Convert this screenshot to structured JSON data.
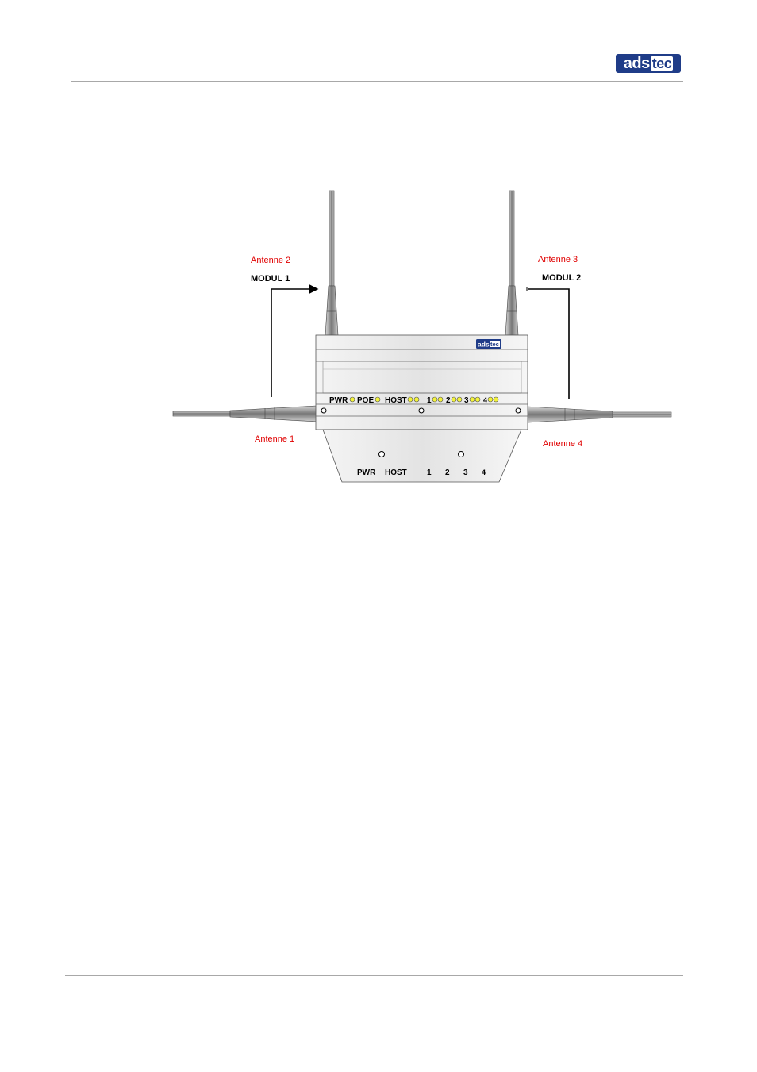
{
  "header": {
    "logo": {
      "part1": "ads",
      "part2": "tec",
      "color": "#1f3c88"
    }
  },
  "figure": {
    "labels": {
      "antenna_2": "Antenne 2",
      "antenna_3": "Antenne 3",
      "antenna_1": "Antenne 1",
      "antenna_4": "Antenne 4",
      "modul_1": "MODUL 1",
      "modul_2": "MODUL 2"
    },
    "device_logo": {
      "part1": "ads",
      "part2": "tec"
    },
    "led_panel": {
      "pwr": "PWR",
      "poe": "POE",
      "host": "HOST",
      "ports": [
        "1",
        "2",
        "3",
        "4"
      ]
    },
    "bottom_panel": {
      "pwr": "PWR",
      "host": "HOST",
      "ports": [
        "1",
        "2",
        "3",
        "4"
      ]
    },
    "label_color": "#e00000",
    "led_color": "#f2f23a"
  }
}
